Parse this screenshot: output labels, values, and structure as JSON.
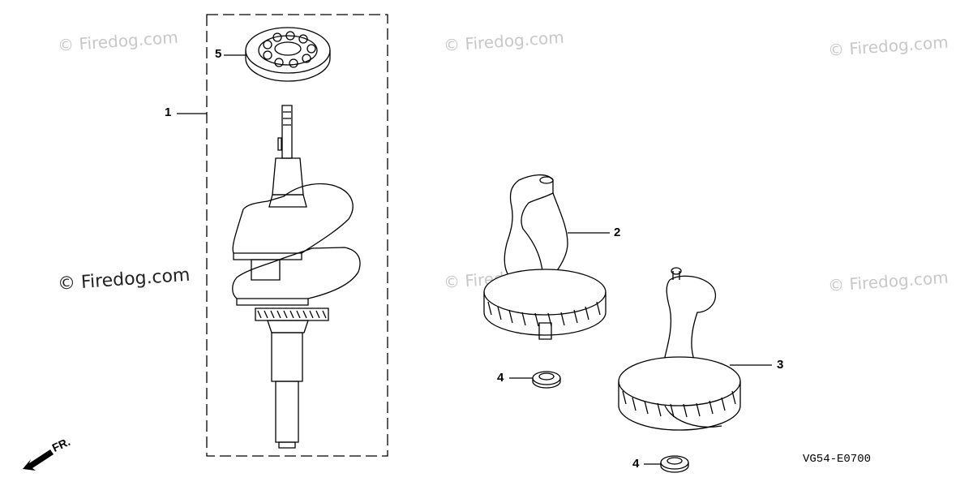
{
  "watermarks": [
    "© Firedog.com",
    "© Firedog.com",
    "© Firedog.com",
    "© Firedog.com",
    "© Firedog.com",
    "© Firedog.com"
  ],
  "callouts": [
    "1",
    "2",
    "3",
    "4",
    "4",
    "5"
  ],
  "diagram_code": "VG54-E0700",
  "direction_label": "FR.",
  "icons": [
    "front-direction-arrow-icon"
  ]
}
